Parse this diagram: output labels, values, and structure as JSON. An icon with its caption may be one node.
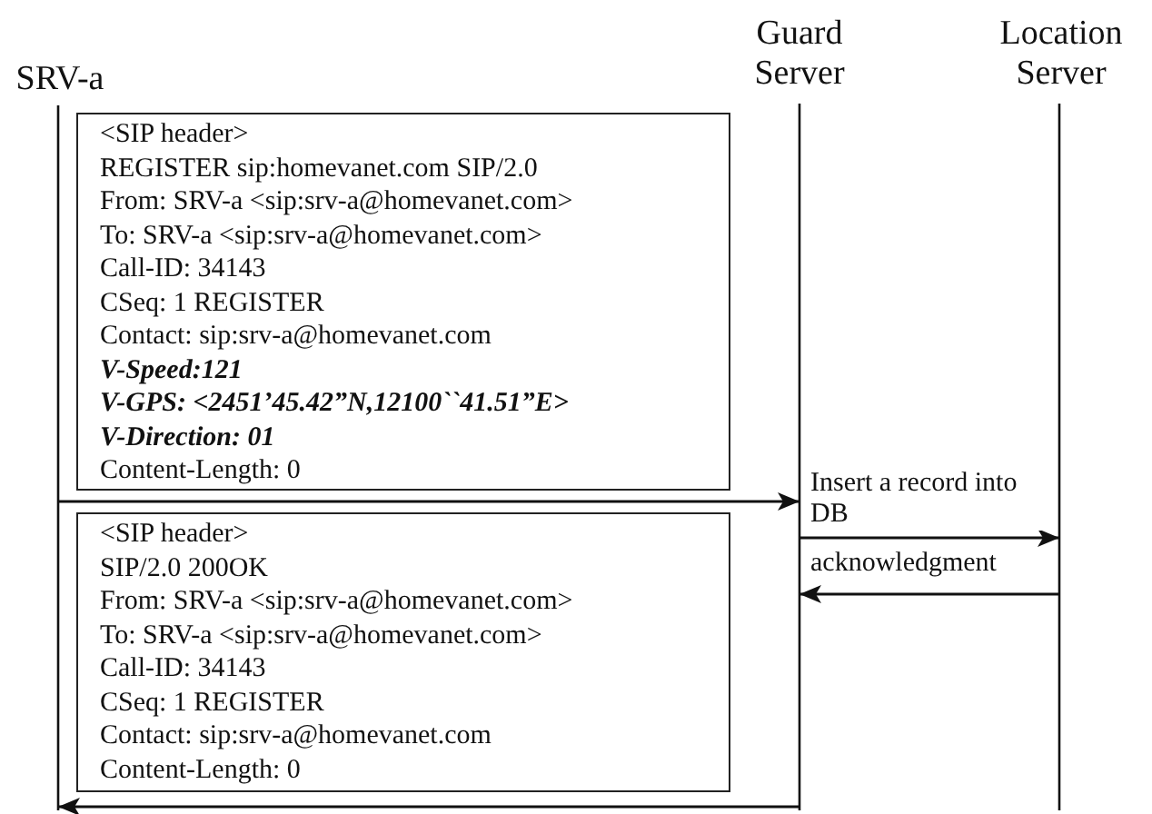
{
  "diagram": {
    "nodes": [
      {
        "text": [
          "SRV-a"
        ]
      },
      {
        "text": [
          "Guard Server"
        ]
      },
      {
        "text": [
          "Location Server"
        ]
      },
      {
        "text": [
          "<SIP header>",
          "REGISTER sip:homevanet.com SIP/2.0",
          "From: SRV-a <sip:srv-a@homevanet.com>",
          "To: SRV-a <sip:srv-a@homevanet.com>",
          "Call-ID: 34143",
          "CSeq: 1 REGISTER",
          "Contact: sip:srv-a@homevanet.com",
          "V-Speed:121",
          "V-GPS: <2451’45.42”N,12100``41.51”E>",
          "V-Direction: 01",
          "Content-Length: 0"
        ]
      },
      {
        "text": [
          "<SIP header>",
          "SIP/2.0 200OK",
          "From: SRV-a <sip:srv-a@homevanet.com>",
          "To: SRV-a <sip:srv-a@homevanet.com>",
          "Call-ID: 34143",
          "CSeq: 1 REGISTER",
          "Contact: sip:srv-a@homevanet.com",
          "Content-Length: 0"
        ]
      }
    ],
    "edges": [
      {
        "from": 0,
        "to": 1,
        "arrow": "to"
      },
      {
        "from": 1,
        "to": 2,
        "arrow": "to",
        "label": "Insert a record into DB"
      },
      {
        "from": 2,
        "to": 1,
        "arrow": "to",
        "label": "acknowledgment"
      },
      {
        "from": 1,
        "to": 0,
        "arrow": "to"
      }
    ]
  }
}
